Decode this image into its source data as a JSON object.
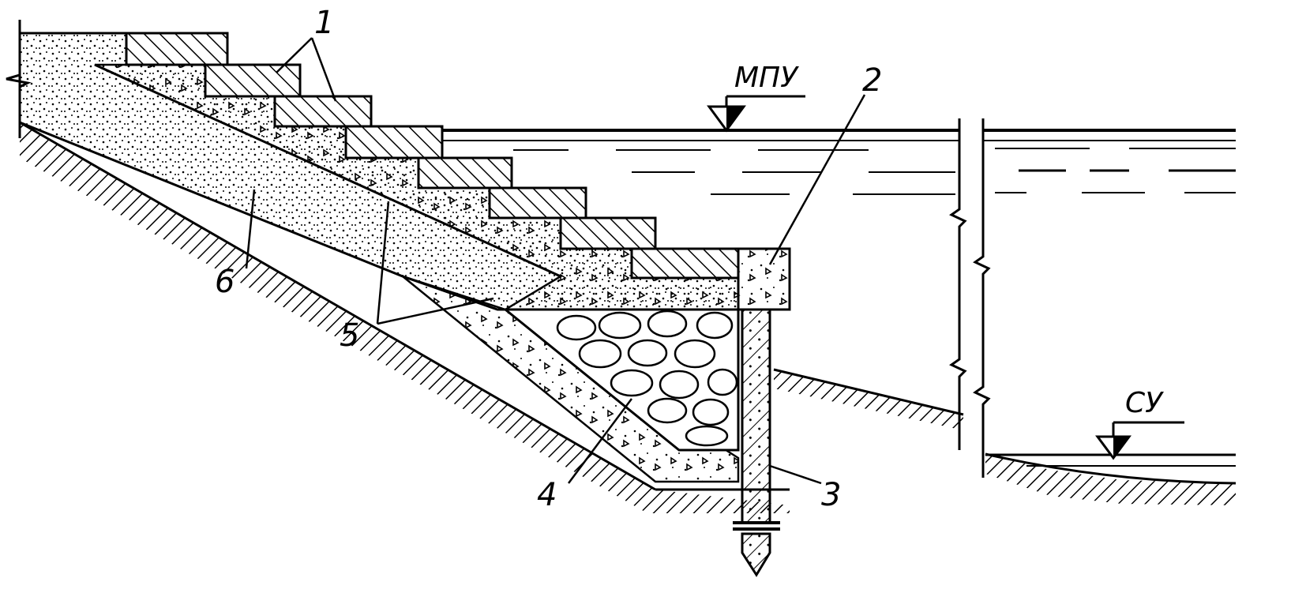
{
  "diagram": {
    "callouts": {
      "c1": "1",
      "c2": "2",
      "c3": "3",
      "c4": "4",
      "c5": "5",
      "c6": "6"
    },
    "levels": {
      "upper": "МПУ",
      "lower": "СУ"
    }
  },
  "colors": {
    "ink": "#000000",
    "paper": "#ffffff"
  }
}
